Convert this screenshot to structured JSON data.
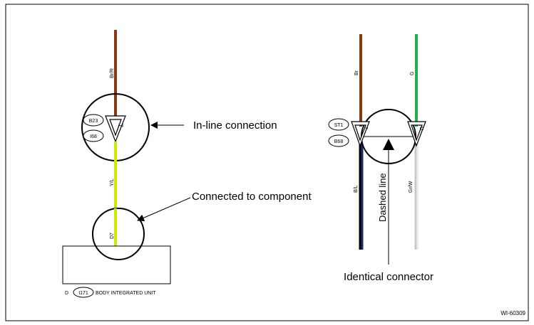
{
  "figure_id": "WI-60309",
  "colors": {
    "brown": "#8B3A0F",
    "yellow_green": "#CCEA00",
    "green": "#22B14C",
    "black": "#000000",
    "navy": "#1F2A6B",
    "light_gray": "#D0D0D0"
  },
  "left": {
    "top_wire": {
      "label": "Br/R"
    },
    "bottom_wire": {
      "label": "Y/L"
    },
    "inline_connector": {
      "codes": [
        "B23",
        "I68"
      ],
      "pin": "7",
      "callout": "In-line connection"
    },
    "component_connector": {
      "pin": "D7",
      "callout": "Connected to component"
    },
    "component": {
      "prefix": "D",
      "code": "I171",
      "name": "BODY INTEGRATED UNIT"
    }
  },
  "right": {
    "connector_codes": [
      "ST1",
      "B68"
    ],
    "wires": [
      {
        "top_label": "Br",
        "bottom_label": "B/L",
        "pin": "2"
      },
      {
        "top_label": "G",
        "bottom_label": "Gr/W",
        "pin": "U"
      }
    ],
    "dashed_line_label": "Dashed line",
    "callout": "Identical connector"
  }
}
